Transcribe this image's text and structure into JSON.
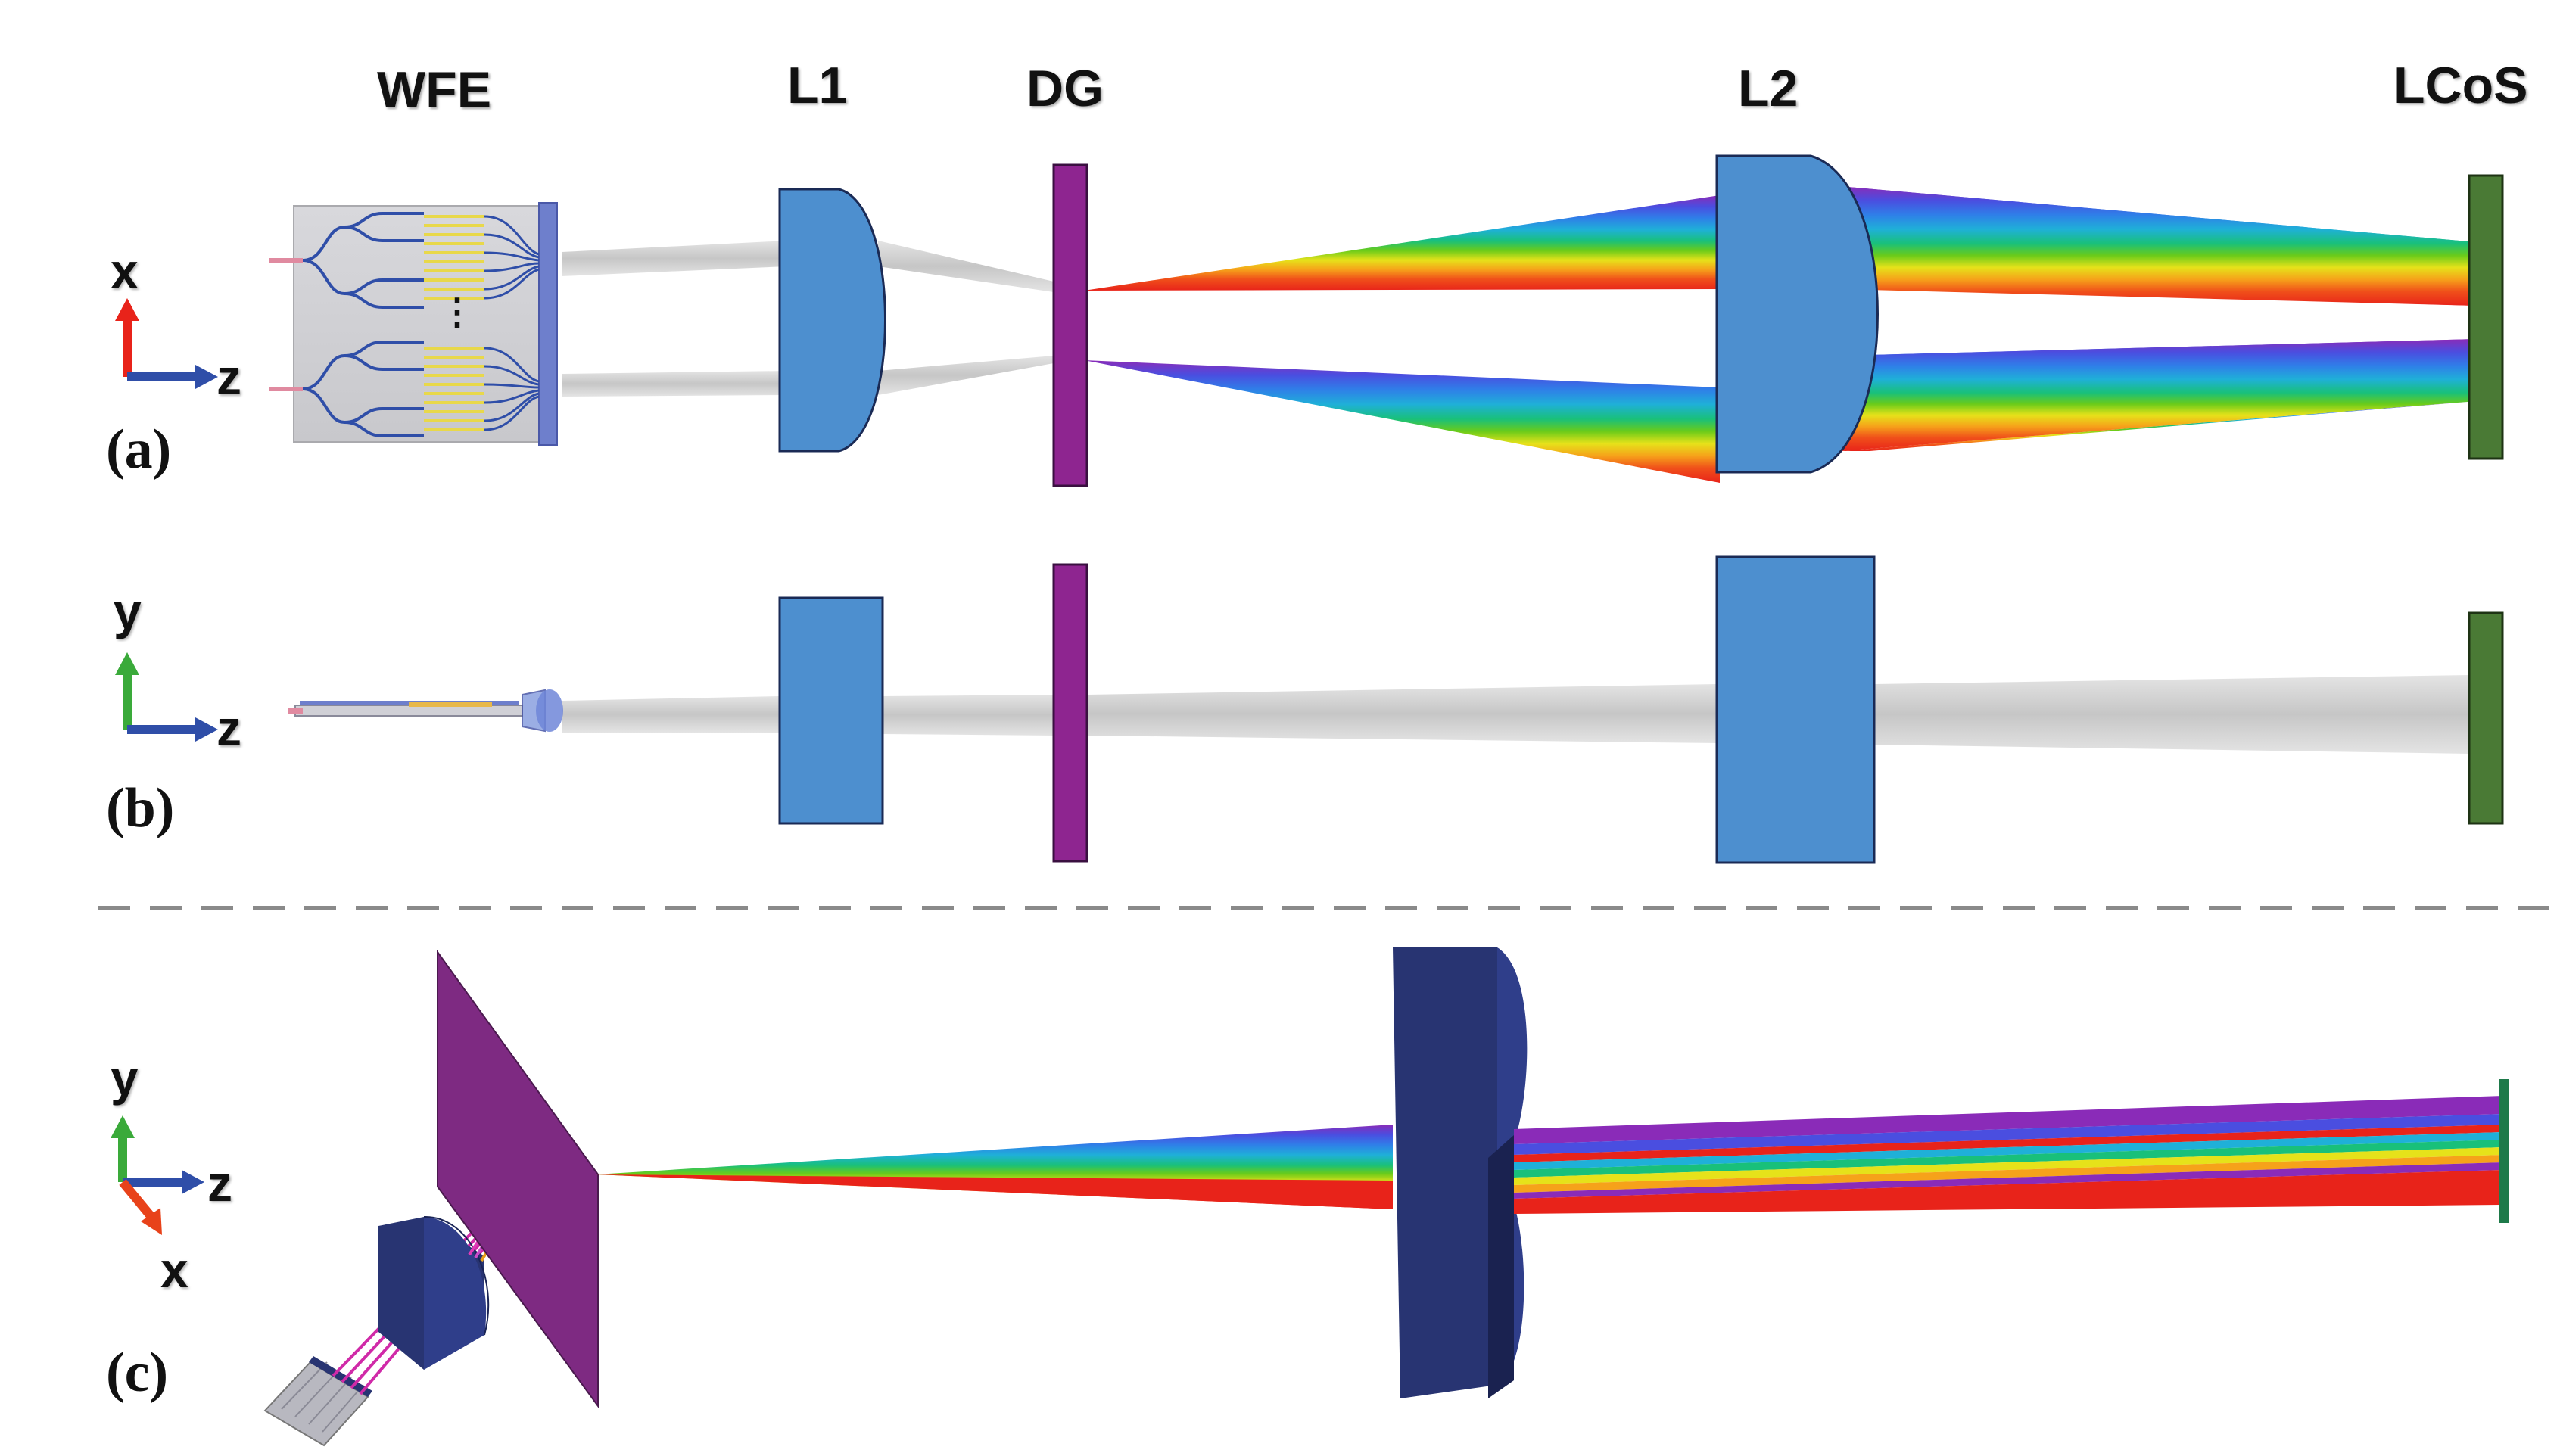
{
  "component_labels": {
    "wfe": "WFE",
    "l1": "L1",
    "dg": "DG",
    "l2": "L2",
    "lcos": "LCoS"
  },
  "panel_labels": {
    "a": "(a)",
    "b": "(b)",
    "c": "(c)"
  },
  "axes": {
    "a": {
      "vertical": "x",
      "horizontal": "z"
    },
    "b": {
      "vertical": "y",
      "horizontal": "z"
    },
    "c": {
      "vertical": "y",
      "horizontal": "z",
      "diagonal": "x"
    }
  },
  "wfe_ellipsis": "⋮",
  "colors": {
    "lens": "#4d8fcf",
    "grating": "#8e2590",
    "lcos": "#4a7a35",
    "dark_lens": "#283472",
    "beam_gray": "#c8c8c8",
    "spectrum": [
      "#8a2bb8",
      "#4a4ee0",
      "#2f7fe8",
      "#1fb0d8",
      "#19c07a",
      "#6acb1a",
      "#e6e21a",
      "#f6a21a",
      "#f0501a",
      "#e8231a"
    ]
  }
}
